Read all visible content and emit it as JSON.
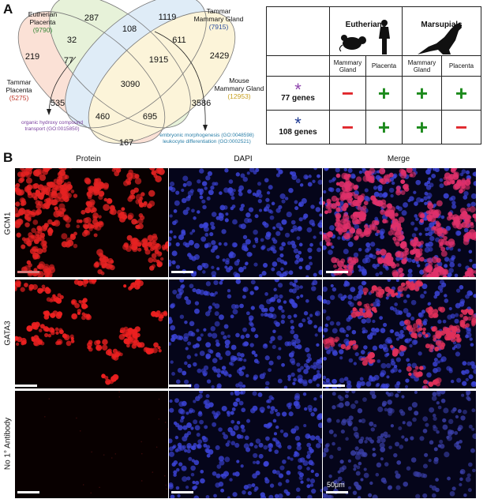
{
  "panel_a_letter": "A",
  "panel_b_letter": "B",
  "venn": {
    "sets": [
      {
        "name": "Eutherian Placenta",
        "line1": "Eutherian",
        "line2": "Placenta",
        "count": "(9790)",
        "color": "#3a8a3a"
      },
      {
        "name": "Tammar Mammary Gland",
        "line1": "Tammar",
        "line2": "Mammary Gland",
        "count": "(7915)",
        "color": "#2c4fa0"
      },
      {
        "name": "Tammar Placenta",
        "line1": "Tammar",
        "line2": "Placenta",
        "count": "(5275)",
        "color": "#c0392b"
      },
      {
        "name": "Mouse Mammary Gland",
        "line1": "Mouse",
        "line2": "Mammary Gland",
        "count": "(12953)",
        "color": "#c8a020"
      }
    ],
    "regions": [
      "287",
      "1119",
      "32",
      "108",
      "611",
      "219",
      "77",
      "1915",
      "2429",
      "3090",
      "535",
      "3586",
      "460",
      "695",
      "167"
    ],
    "notes": {
      "organic_line1": "organic hydroxy compound",
      "organic_line2": "transport (GO:0015850)",
      "embryonic_line1": "embryonic morphogenesis (GO:0048598)",
      "embryonic_line2": "leukocyte differentiation (GO:0002521)"
    },
    "colors": {
      "organic_note": "#7b3fa0",
      "embryonic_note": "#2a7fa8"
    }
  },
  "table": {
    "groups": [
      "Eutherians",
      "Marsupials"
    ],
    "subheaders": [
      "Mammary Gland",
      "Placenta",
      "Mammary Gland",
      "Placenta"
    ],
    "rows": [
      {
        "label": "77 genes",
        "star": "*",
        "star_color": "#8e44ad",
        "signs": [
          "−",
          "+",
          "+",
          "+"
        ]
      },
      {
        "label": "108 genes",
        "star": "*",
        "star_color": "#1f3a93",
        "signs": [
          "−",
          "+",
          "+",
          "−"
        ]
      }
    ],
    "icons": [
      "mouse-icon",
      "human-icon",
      "kangaroo-icon"
    ]
  },
  "panel_b": {
    "columns": [
      "Protein",
      "DAPI",
      "Merge"
    ],
    "rows": [
      "GCM1",
      "GATA3",
      "No 1° Antibody"
    ],
    "scale_label": "50μm"
  }
}
